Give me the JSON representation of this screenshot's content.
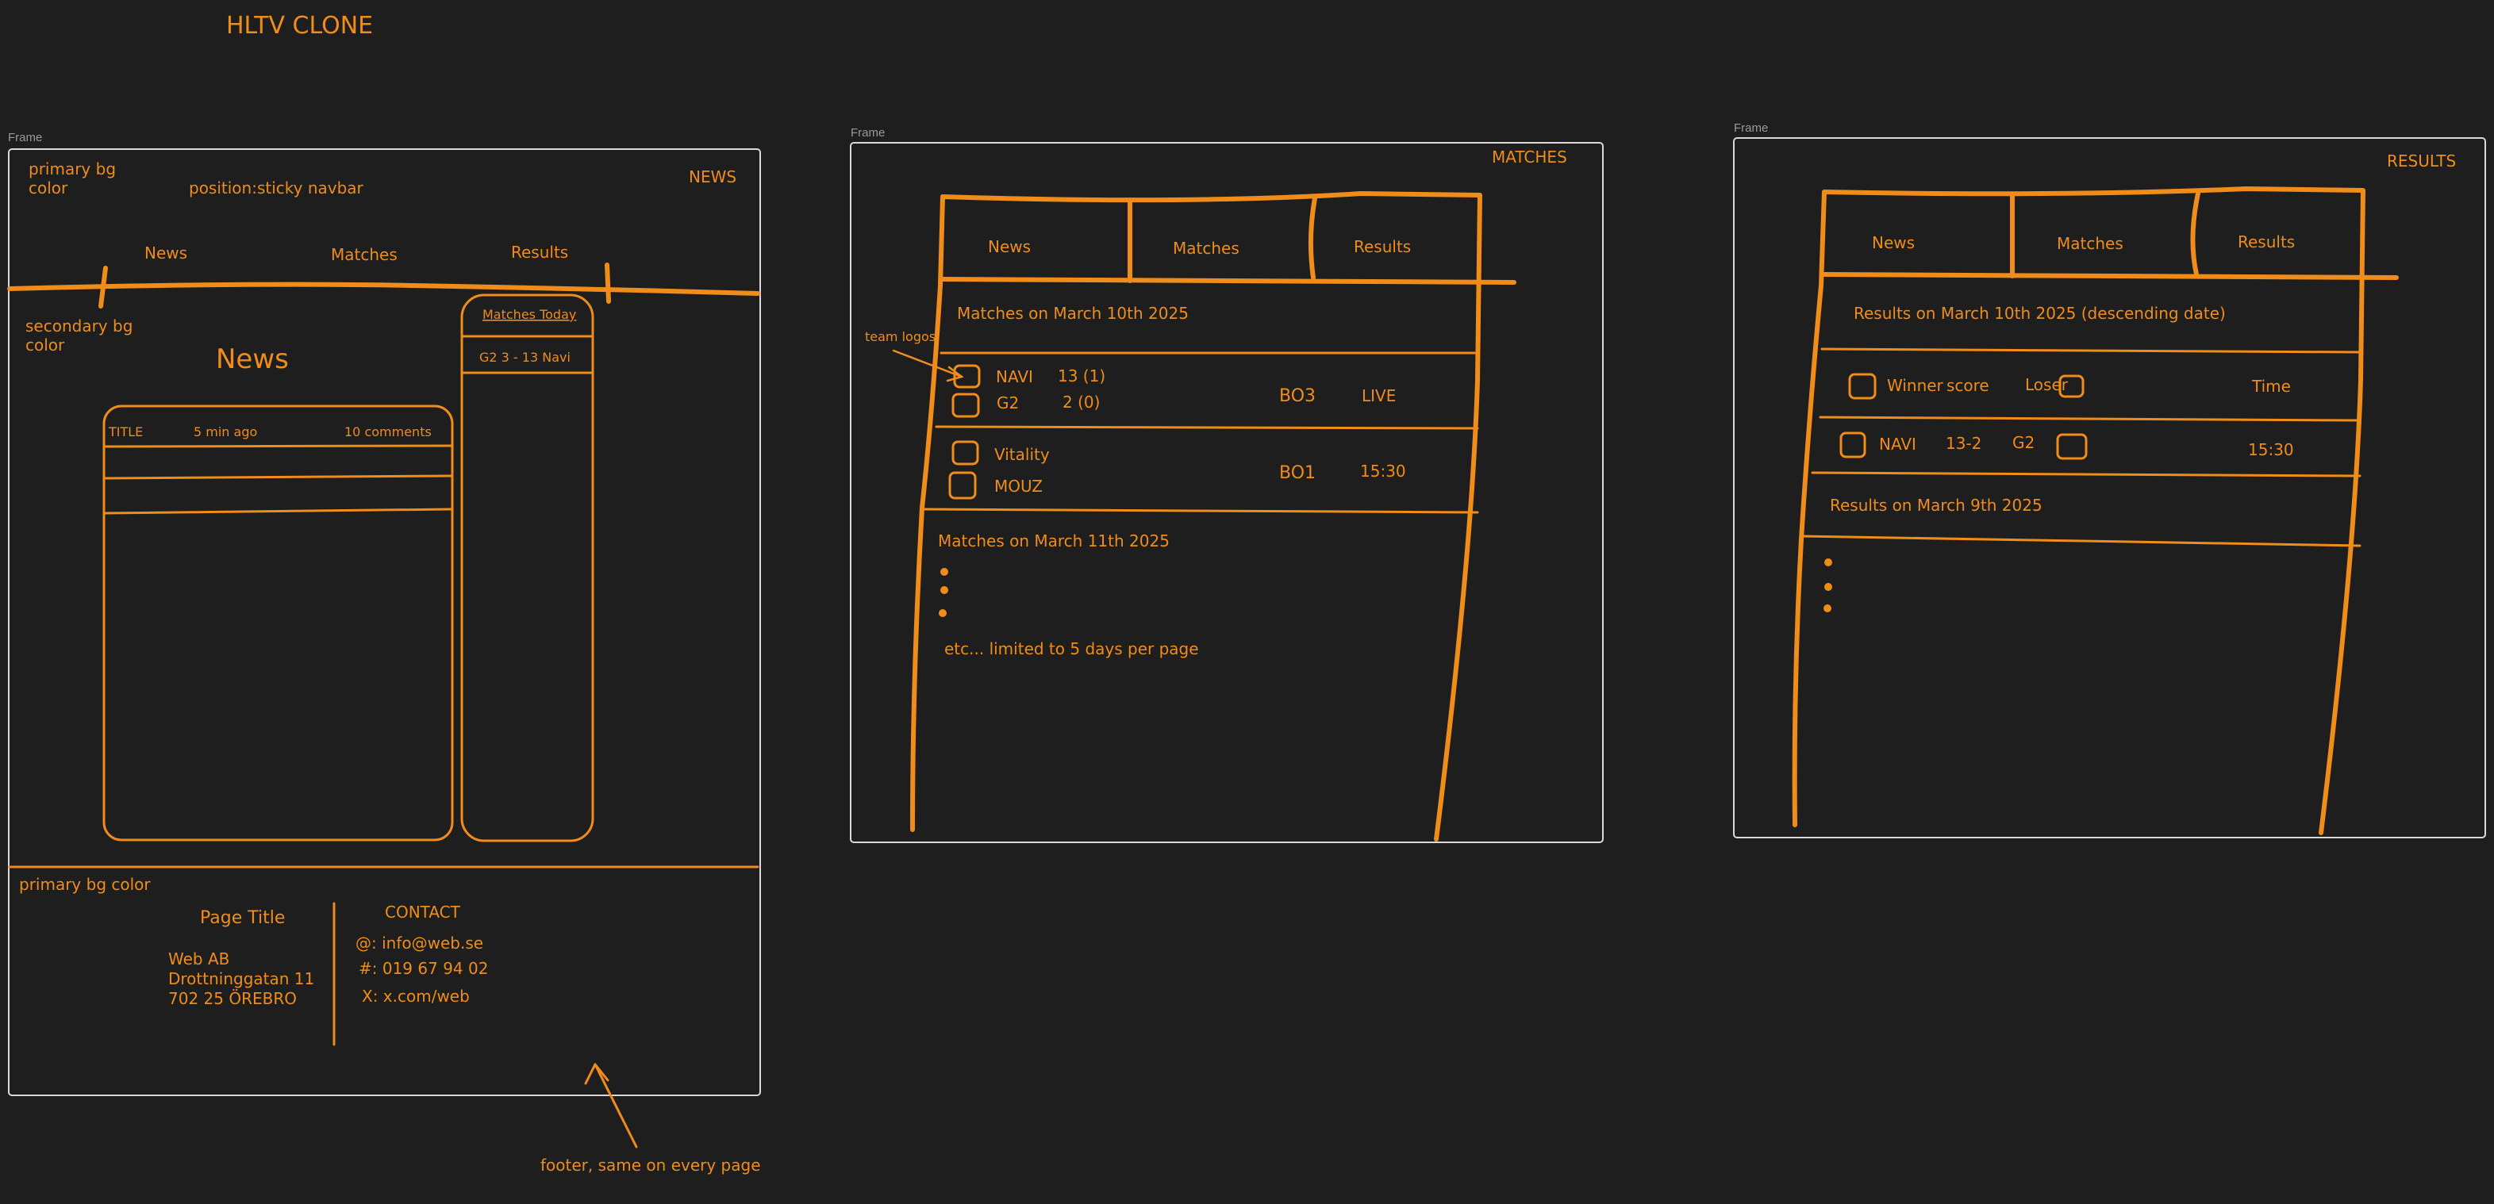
{
  "title": "HLTV CLONE",
  "frames": {
    "news": {
      "frame_label": "Frame",
      "page_label": "NEWS",
      "notes": {
        "primary_bg": [
          "primary bg",
          "color"
        ],
        "sticky": "position:sticky navbar",
        "secondary_bg": [
          "secondary bg",
          "color"
        ],
        "footer_bg": "primary bg color"
      },
      "nav": [
        "News",
        "Matches",
        "Results"
      ],
      "heading": "News",
      "article": {
        "title": "TITLE",
        "time": "5 min ago",
        "comments": "10 comments"
      },
      "sidebar": {
        "title": "Matches Today",
        "item": "G2 3 - 13 Navi"
      },
      "footer": {
        "page_title": "Page Title",
        "address": [
          "Web AB",
          "Drottninggatan 11",
          "702 25 ÖREBRO"
        ],
        "contact_title": "CONTACT",
        "contact": [
          "@: info@web.se",
          "#: 019 67 94 02",
          "X: x.com/web"
        ]
      }
    },
    "matches": {
      "frame_label": "Frame",
      "page_label": "MATCHES",
      "nav": [
        "News",
        "Matches",
        "Results"
      ],
      "date1": "Matches on March 10th 2025",
      "annotation": "team logos",
      "match1": {
        "team1": "NAVI",
        "score1": "13 (1)",
        "team2": "G2",
        "score2": "2 (0)",
        "format": "BO3",
        "status": "LIVE"
      },
      "match2": {
        "team1": "Vitality",
        "team2": "MOUZ",
        "format": "BO1",
        "time": "15:30"
      },
      "date2": "Matches on March 11th 2025",
      "footnote": "etc...  limited to 5 days per page"
    },
    "results": {
      "frame_label": "Frame",
      "page_label": "RESULTS",
      "nav": [
        "News",
        "Matches",
        "Results"
      ],
      "date1": "Results on March 10th 2025 (descending date)",
      "header": {
        "winner": "Winner",
        "score": "score",
        "loser": "Loser",
        "time": "Time"
      },
      "row": {
        "team1": "NAVI",
        "score": "13-2",
        "team2": "G2",
        "time": "15:30"
      },
      "date2": "Results on March 9th 2025"
    }
  },
  "footer_annotation": "footer, same on every page"
}
